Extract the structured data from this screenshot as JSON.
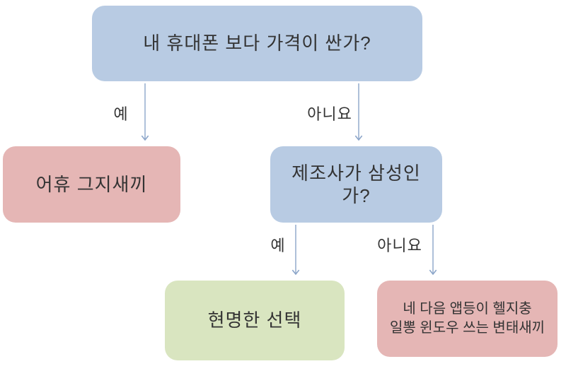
{
  "flowchart": {
    "nodes": {
      "q_price": {
        "text": "내 휴대폰 보다 가격이 싼가?",
        "type": "question"
      },
      "r_cheap": {
        "text": "어휴 그지새끼",
        "type": "result"
      },
      "q_samsung": {
        "text": "제조사가 삼성인가?",
        "type": "question"
      },
      "r_wise": {
        "text": "현명한 선택",
        "type": "result"
      },
      "r_insult": {
        "lines": [
          "네 다음 앱등이 헬지충",
          "일뽕 윈도우 쓰는 변태새끼"
        ],
        "type": "result"
      }
    },
    "edges": [
      {
        "label": "예",
        "from": "q_price",
        "to": "r_cheap"
      },
      {
        "label": "아니요",
        "from": "q_price",
        "to": "q_samsung"
      },
      {
        "label": "예",
        "from": "q_samsung",
        "to": "r_wise"
      },
      {
        "label": "아니요",
        "from": "q_samsung",
        "to": "r_insult"
      }
    ],
    "colors": {
      "question_fill": "#b8cbe3",
      "negative_fill": "#e5b6b5",
      "positive_fill": "#d9e5c0",
      "arrow": "#8ca6c9",
      "text": "#333333",
      "background": "#ffffff"
    }
  }
}
